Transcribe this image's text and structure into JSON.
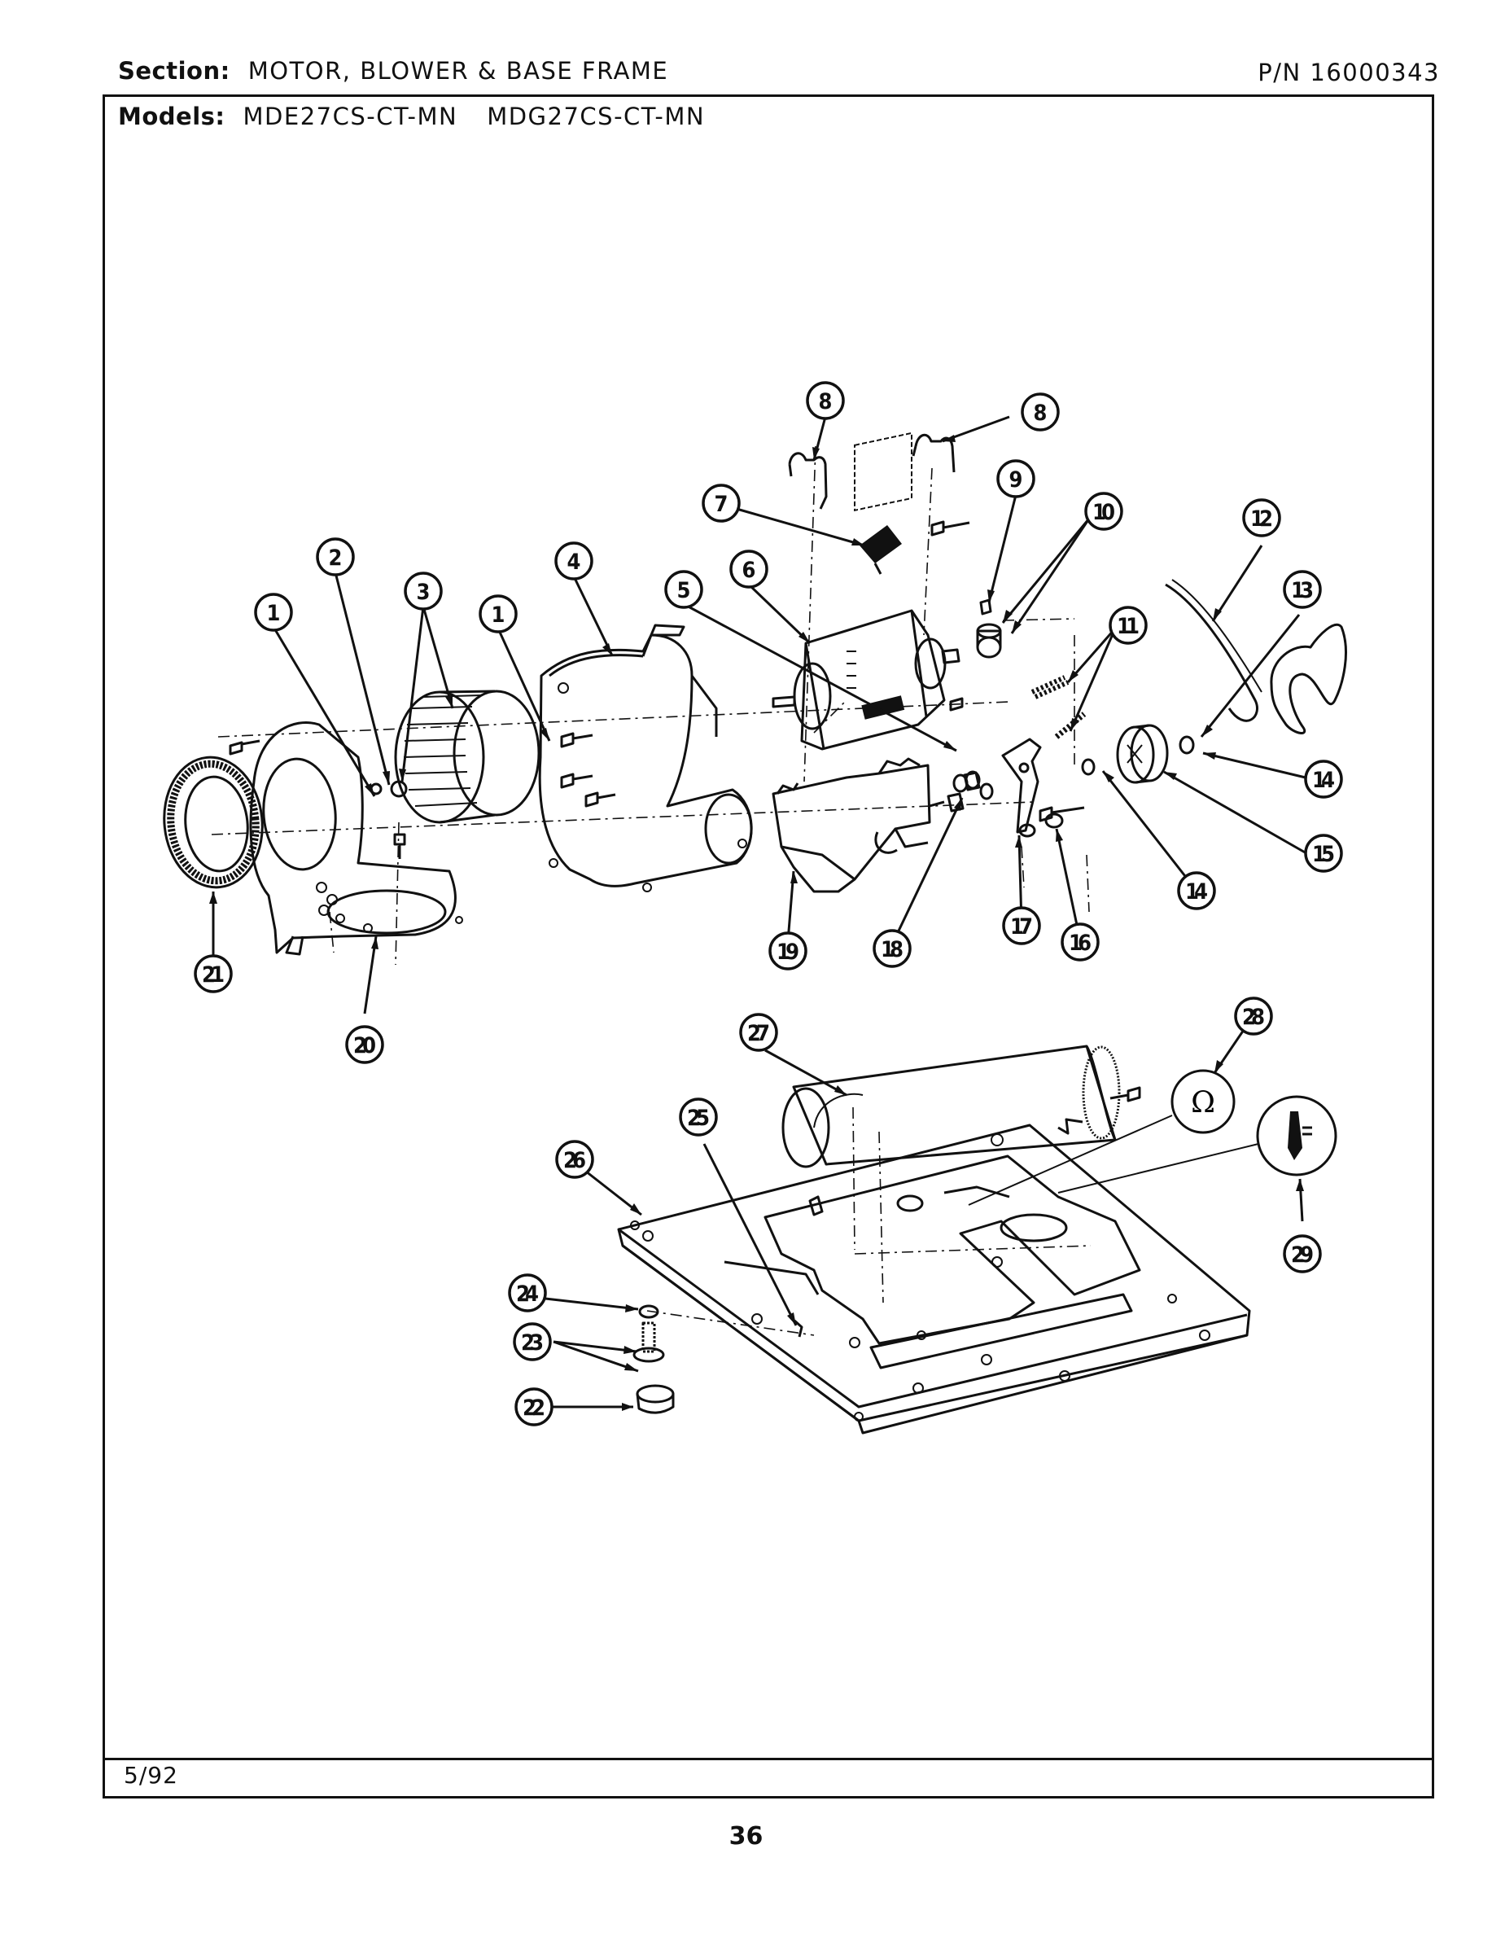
{
  "header": {
    "section_label": "Section:",
    "section_value": "MOTOR, BLOWER & BASE FRAME",
    "part_number": "P/N 16000343",
    "models_label": "Models:",
    "model_1": "MDE27CS-CT-MN",
    "model_2": "MDG27CS-CT-MN"
  },
  "footer": {
    "date": "5/92",
    "page_number": "36"
  },
  "callouts": [
    "1",
    "2",
    "3",
    "1",
    "4",
    "5",
    "6",
    "7",
    "8",
    "8",
    "9",
    "10",
    "11",
    "12",
    "13",
    "14",
    "14",
    "15",
    "16",
    "17",
    "18",
    "19",
    "20",
    "21",
    "22",
    "23",
    "24",
    "25",
    "26",
    "27",
    "28",
    "29"
  ],
  "inset_symbol": "Ω"
}
